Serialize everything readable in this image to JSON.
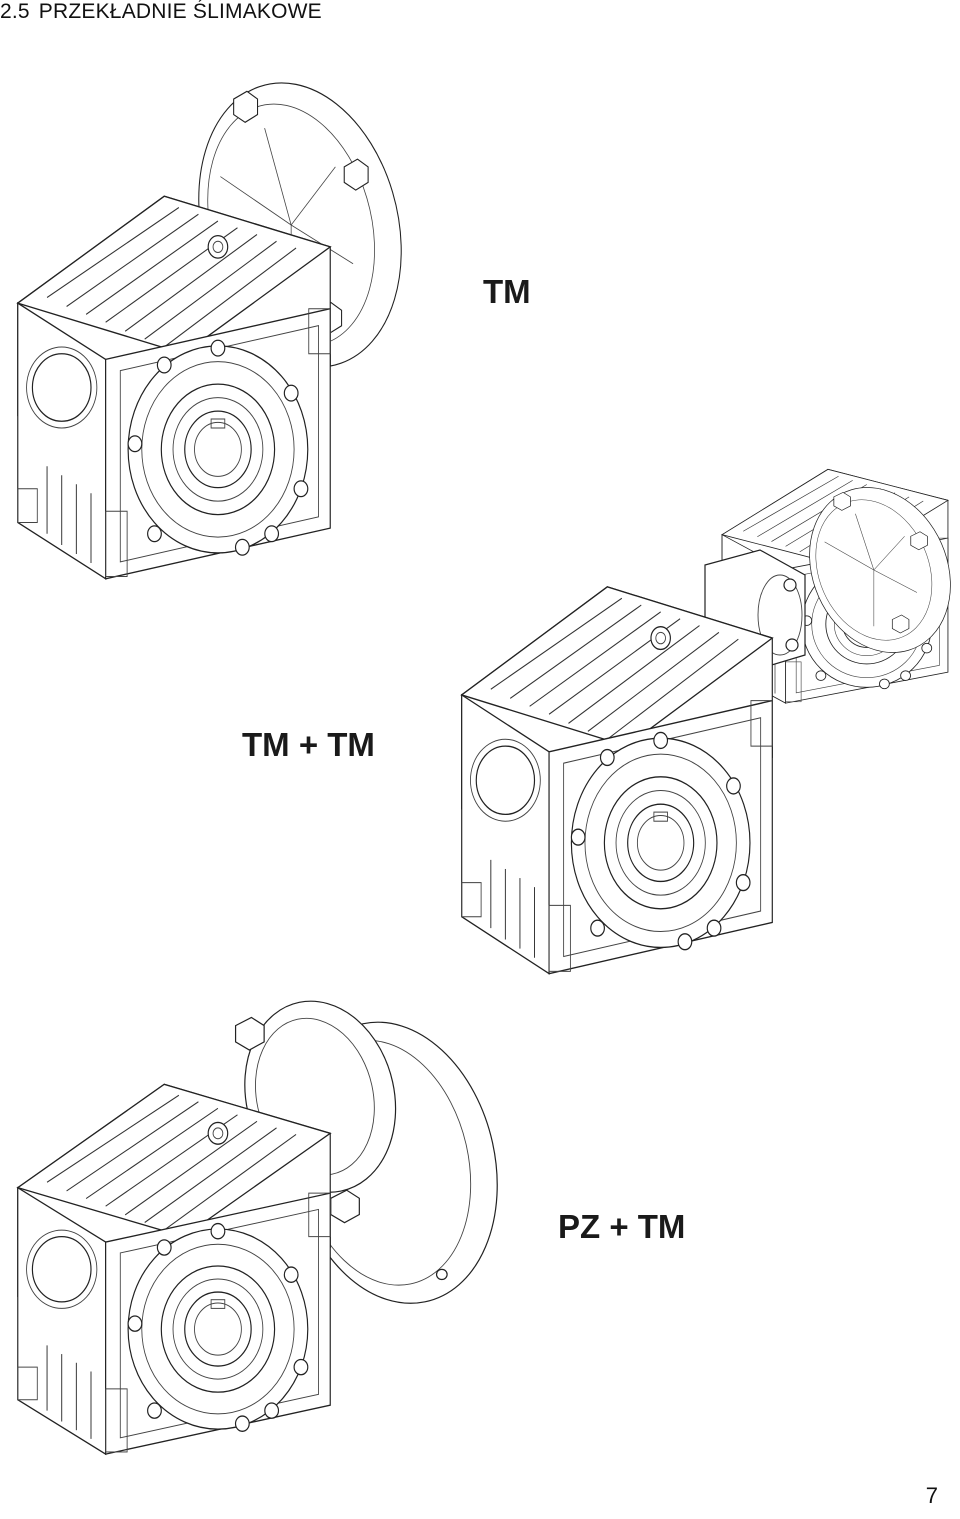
{
  "heading": {
    "number": "2.5",
    "title": "PRZEKŁADNIE ŚLIMAKOWE"
  },
  "figures": [
    {
      "label": "TM",
      "drawing_icon": "worm-gearbox-with-flange-drawing"
    },
    {
      "label": "TM + TM",
      "drawing_icon": "double-worm-gearbox-drawing"
    },
    {
      "label": "PZ + TM",
      "drawing_icon": "gearbox-with-pre-stage-drawing"
    }
  ],
  "page_number": "7"
}
